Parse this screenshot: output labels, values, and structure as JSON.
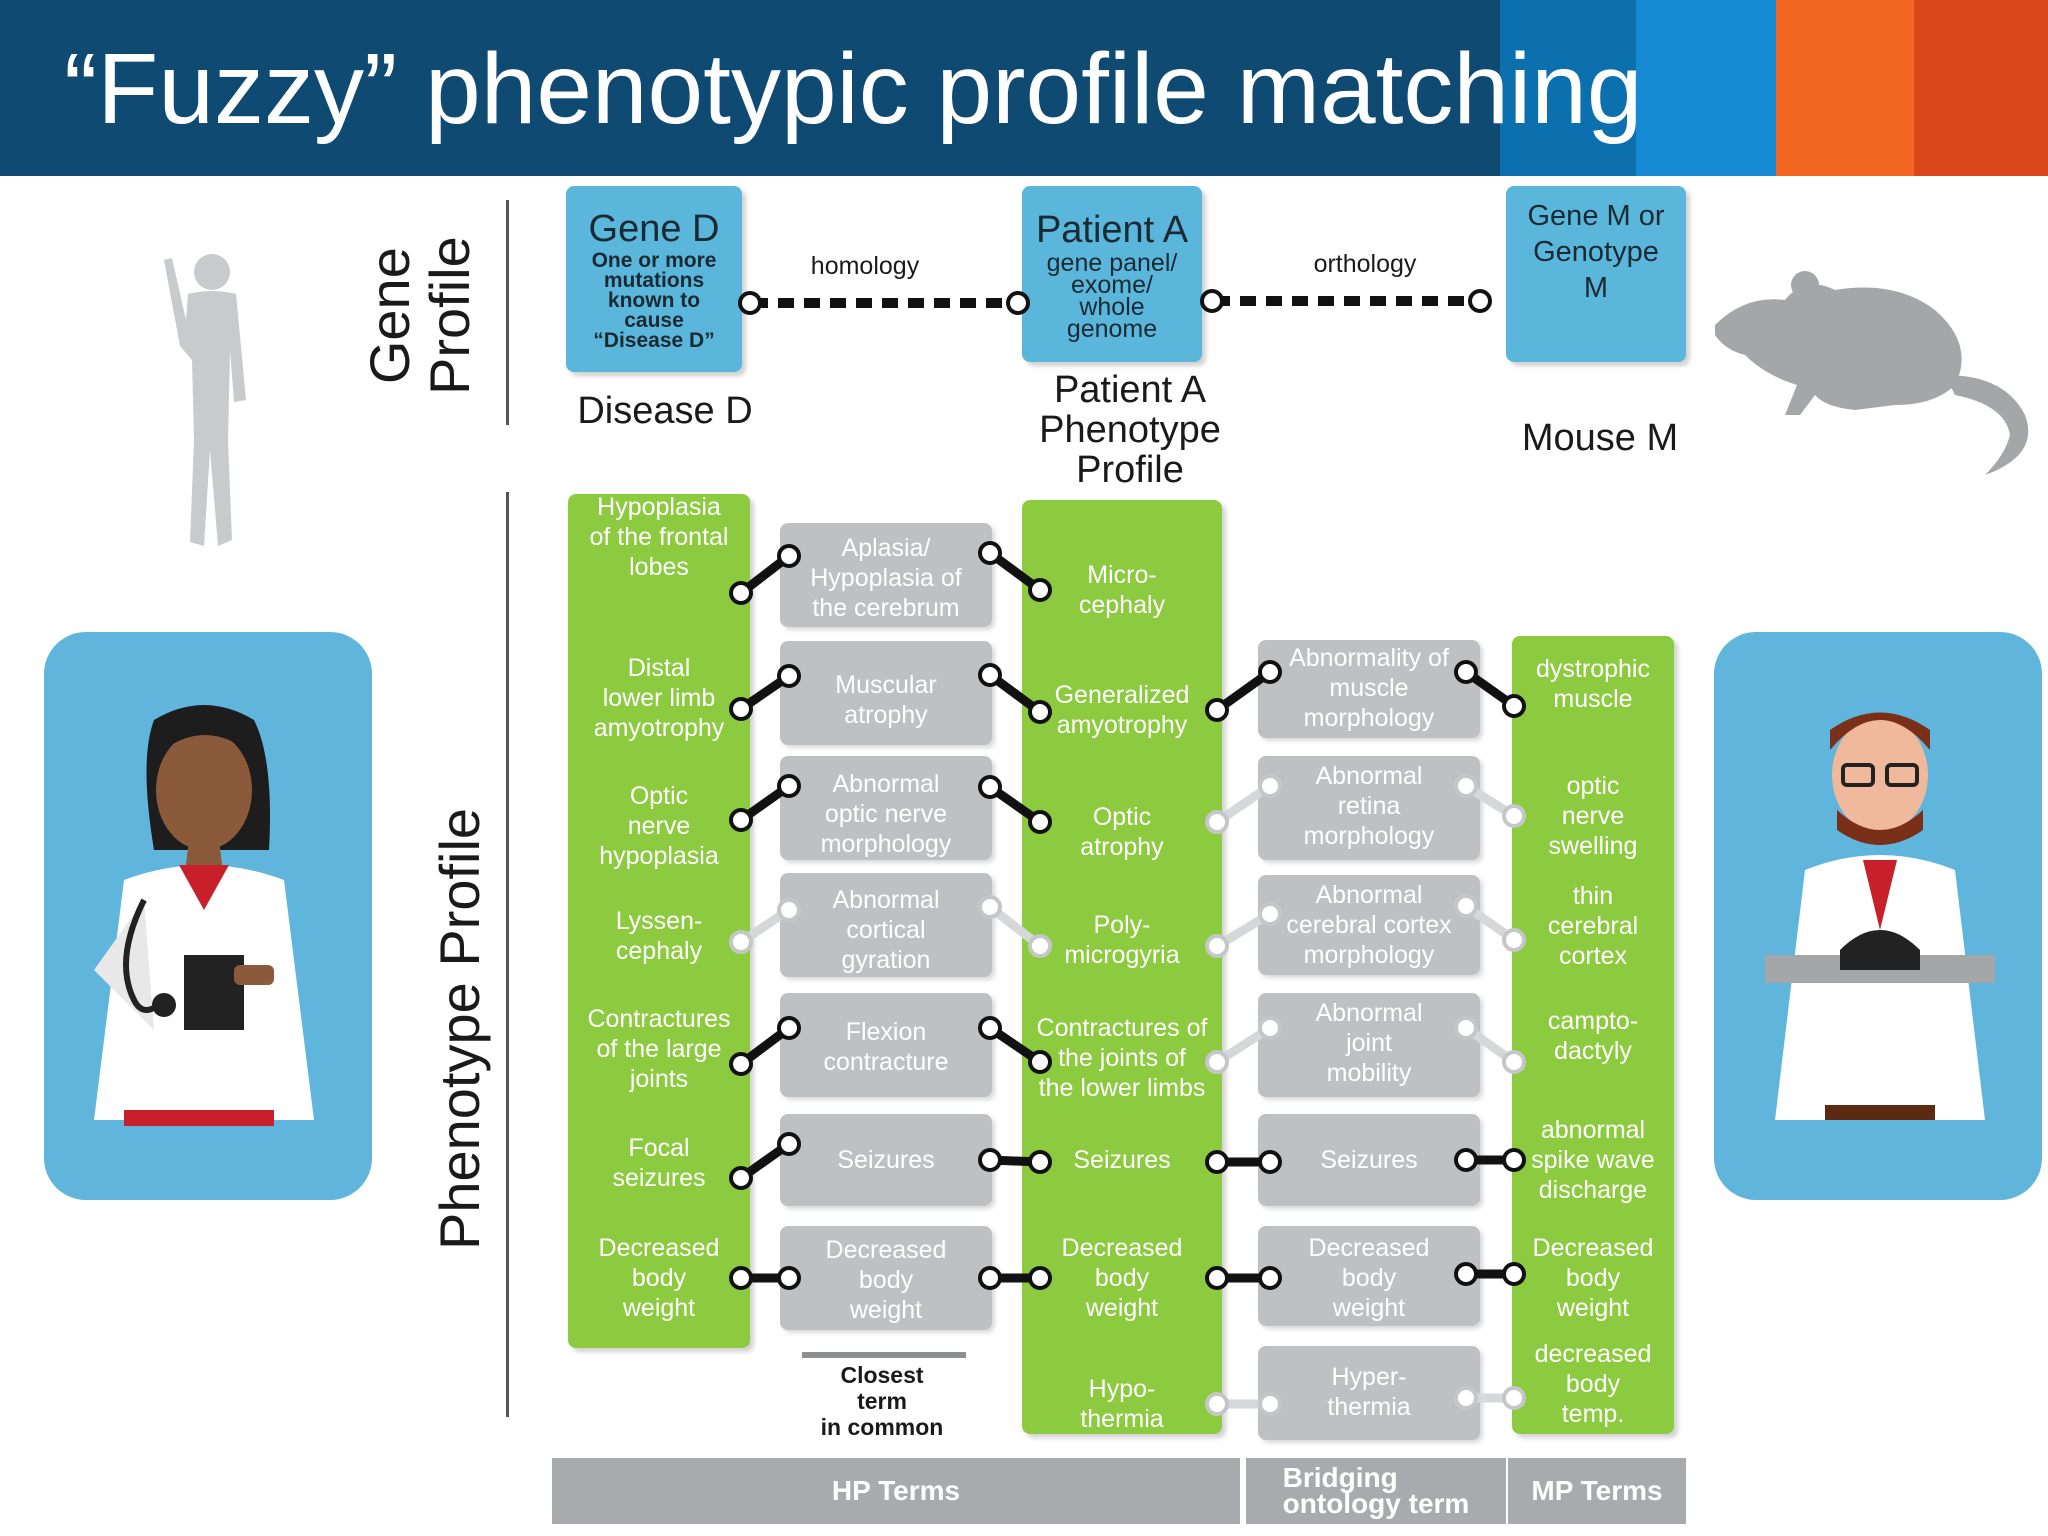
{
  "title": "“Fuzzy” phenotypic profile matching",
  "header_colors": [
    "#0f4a73",
    "#0c6fae",
    "#1589d2",
    "#f26522",
    "#d9471b"
  ],
  "sections": {
    "gene_profile_label": "Gene\nProfile",
    "phenotype_profile_label": "Phenotype Profile"
  },
  "gene_boxes": {
    "gene_d": {
      "title": "Gene D",
      "desc": "One or more\nmutations\nknown to\ncause\n“Disease D”"
    },
    "patient_a": {
      "title": "Patient A",
      "desc": "gene panel/\nexome/\nwhole\ngenome"
    },
    "gene_m": {
      "title": "Gene M or\nGenotype\nM"
    }
  },
  "links": {
    "homology": "homology",
    "orthology": "orthology"
  },
  "captions": {
    "disease_d": "Disease D",
    "patient_a_profile": "Patient A\nPhenotype\nProfile",
    "mouse_m": "Mouse M",
    "closest_term": "Closest\nterm\nin common"
  },
  "columns": {
    "disease": [
      "Hypoplasia\nof the frontal\nlobes",
      "Distal\nlower limb\namyotrophy",
      "Optic\nnerve\nhypoplasia",
      "Lyssen-\ncephaly",
      "Contractures\nof the large\njoints",
      "Focal\nseizures",
      "Decreased\nbody\nweight"
    ],
    "common": [
      "Aplasia/\nHypoplasia of\nthe cerebrum",
      "Muscular\natrophy",
      "Abnormal\noptic nerve\nmorphology",
      "Abnormal\ncortical\ngyration",
      "Flexion\ncontracture",
      "Seizures",
      "Decreased\nbody\nweight"
    ],
    "patient": [
      "Micro-\ncephaly",
      "Generalized\namyotrophy",
      "Optic\natrophy",
      "Poly-\nmicrogyria",
      "Contractures of\nthe joints of\nthe lower limbs",
      "Seizures",
      "Decreased\nbody\nweight",
      "Hypo-\nthermia"
    ],
    "bridge": [
      "Abnormality of\nmuscle\nmorphology",
      "Abnormal\nretina\nmorphology",
      "Abnormal\ncerebral cortex\nmorphology",
      "Abnormal\njoint\nmobility",
      "Seizures",
      "Decreased\nbody\nweight",
      "Hyper-\nthermia"
    ],
    "mouse": [
      "dystrophic\nmuscle",
      "optic\nnerve\nswelling",
      "thin\ncerebral\ncortex",
      "campto-\ndactyly",
      "abnormal\nspike wave\ndischarge",
      "Decreased\nbody\nweight",
      "decreased\nbody\ntemp."
    ]
  },
  "footer": {
    "hp_terms": "HP Terms",
    "bridging": "Bridging\nontology term",
    "mp_terms": "MP Terms"
  },
  "colors": {
    "green": "#8ccb3f",
    "gray_box": "#bfc0c2",
    "blue_box": "#5bb6dc",
    "card_blue": "#5fb5dc",
    "footer_gray": "#a9aaad"
  }
}
